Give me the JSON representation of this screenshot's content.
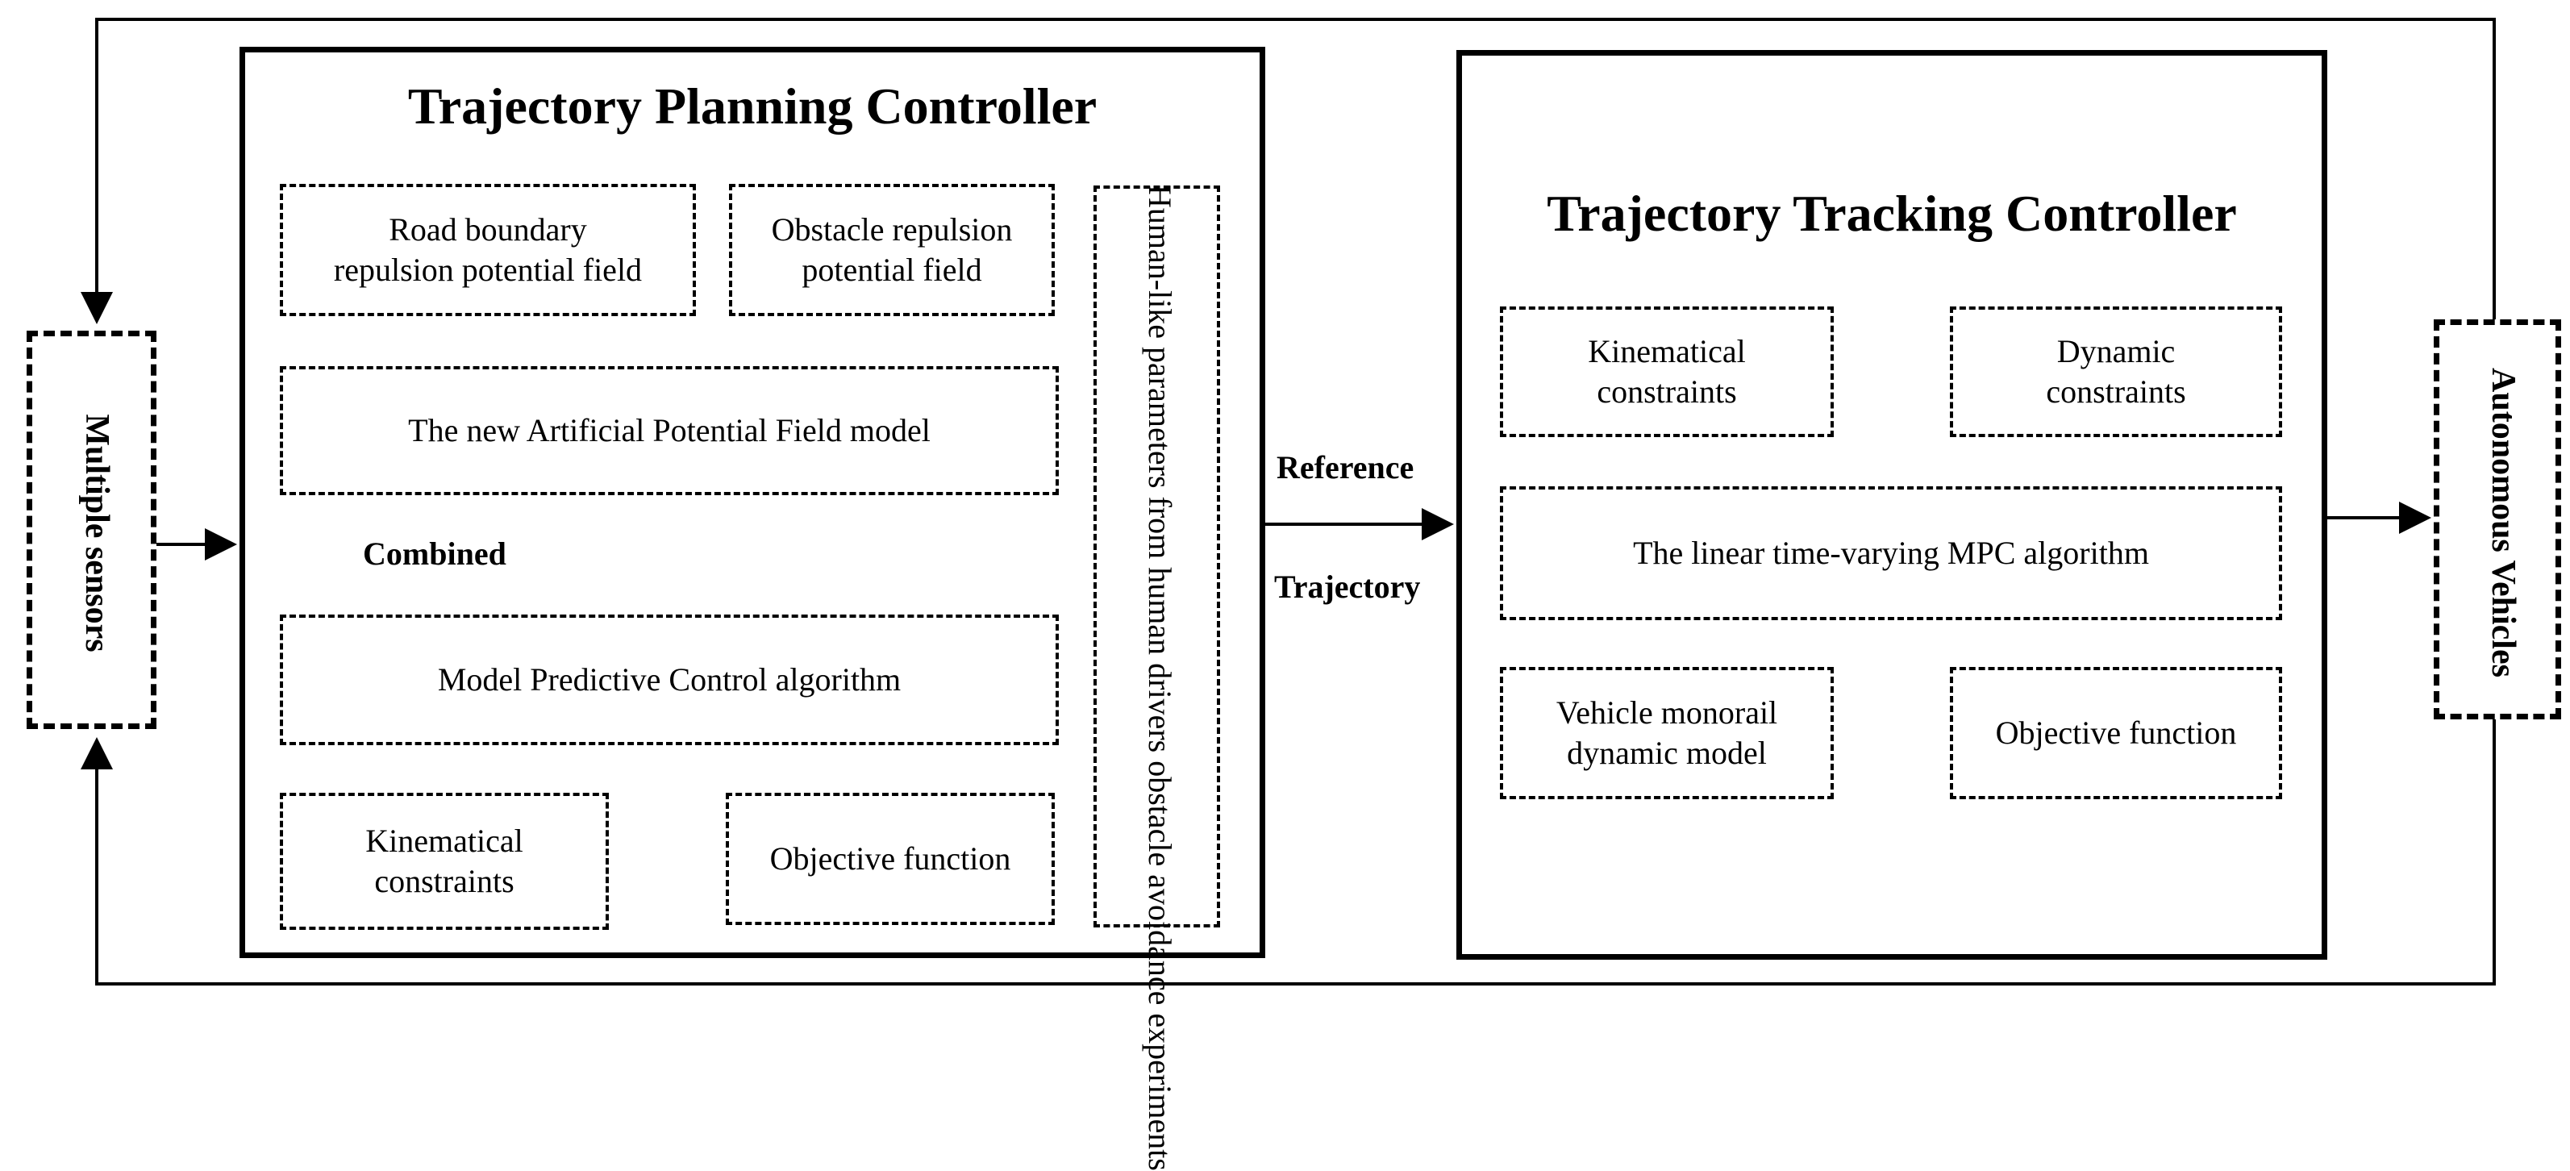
{
  "side": {
    "sensors": "Multiple sensors",
    "vehicles": "Autonomous Vehicles"
  },
  "planning": {
    "title": "Trajectory Planning Controller",
    "road_boundary": "Road boundary\nrepulsion potential field",
    "obstacle": "Obstacle repulsion\npotential field",
    "apf_model": "The new Artificial Potential Field model",
    "combined": "Combined",
    "mpc": "Model Predictive Control algorithm",
    "kinematical": "Kinematical\nconstraints",
    "objective": "Objective function",
    "human_like": "Human-like parameters from human drivers\nobstacle avoidance experiments"
  },
  "link": {
    "reference": "Reference",
    "trajectory": "Trajectory"
  },
  "tracking": {
    "title": "Trajectory Tracking Controller",
    "kinematical": "Kinematical\nconstraints",
    "dynamic": "Dynamic\nconstraints",
    "ltv_mpc": "The linear time-varying MPC algorithm",
    "monorail": "Vehicle monorail\ndynamic model",
    "objective": "Objective function"
  }
}
